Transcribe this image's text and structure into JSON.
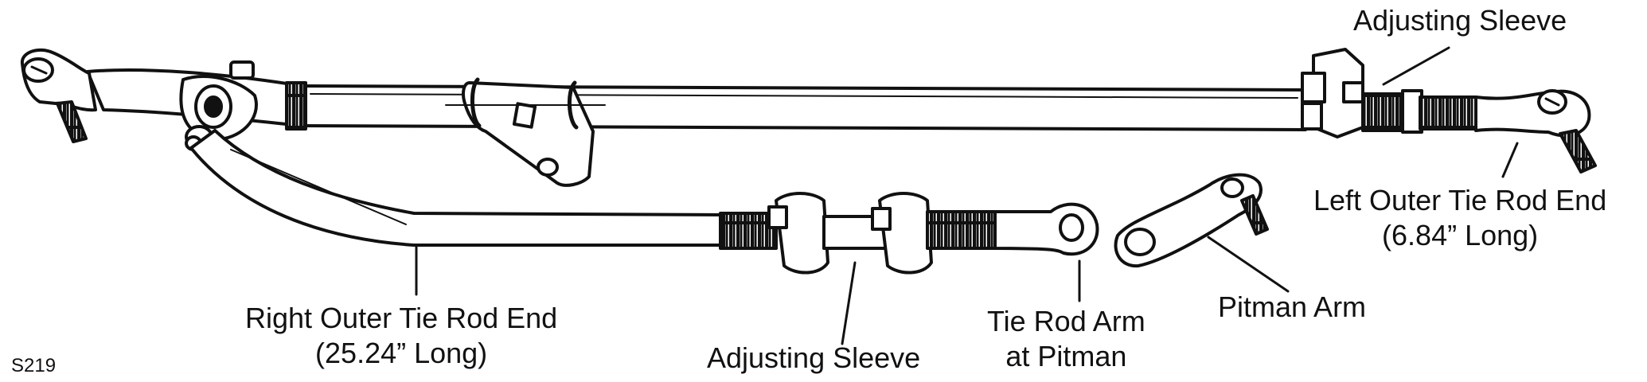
{
  "figure_code": "S219",
  "labels": {
    "adjusting_sleeve_top": "Adjusting Sleeve",
    "left_outer": {
      "line1": "Left Outer Tie Rod End",
      "line2": "(6.84” Long)"
    },
    "pitman_arm": "Pitman Arm",
    "right_outer": {
      "line1": "Right Outer Tie Rod End",
      "line2": "(25.24” Long)"
    },
    "adjusting_sleeve_bottom": "Adjusting Sleeve",
    "tie_rod_arm": {
      "line1": "Tie Rod Arm",
      "line2": "at Pitman"
    }
  }
}
